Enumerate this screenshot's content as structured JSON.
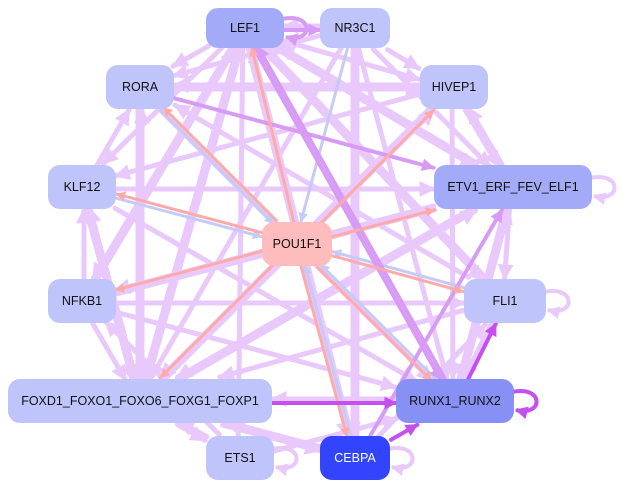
{
  "graph": {
    "type": "directed-network",
    "colors": {
      "node_default": "#bfc4fb",
      "node_medium": "#a3abf8",
      "node_dark": "#8690f5",
      "node_strong": "#3344ff",
      "node_highlight": "#ffbcbc",
      "edge_light": "#e9c8fb",
      "edge_purple": "#d89bf5",
      "edge_strong": "#c450f0",
      "edge_red": "#ffaaaa",
      "edge_blue": "#c5caf8"
    },
    "nodes": [
      {
        "id": "LEF1",
        "label": "LEF1",
        "tone": "node_medium",
        "self_loop": true
      },
      {
        "id": "NR3C1",
        "label": "NR3C1",
        "tone": "node_default",
        "self_loop": false
      },
      {
        "id": "RORA",
        "label": "RORA",
        "tone": "node_default",
        "self_loop": false
      },
      {
        "id": "HIVEP1",
        "label": "HIVEP1",
        "tone": "node_default",
        "self_loop": false
      },
      {
        "id": "KLF12",
        "label": "KLF12",
        "tone": "node_default",
        "self_loop": false
      },
      {
        "id": "ETV1",
        "label": "ETV1_ERF_FEV_ELF1",
        "tone": "node_medium",
        "self_loop": true
      },
      {
        "id": "POU1F1",
        "label": "POU1F1",
        "tone": "node_highlight",
        "self_loop": false
      },
      {
        "id": "NFKB1",
        "label": "NFKB1",
        "tone": "node_default",
        "self_loop": false
      },
      {
        "id": "FLI1",
        "label": "FLI1",
        "tone": "node_default",
        "self_loop": true
      },
      {
        "id": "FOX",
        "label": "FOXD1_FOXO1_FOXO6_FOXG1_FOXP1",
        "tone": "node_default",
        "self_loop": false
      },
      {
        "id": "RUNX",
        "label": "RUNX1_RUNX2",
        "tone": "node_dark",
        "self_loop": true
      },
      {
        "id": "ETS1",
        "label": "ETS1",
        "tone": "node_default",
        "self_loop": true
      },
      {
        "id": "CEBPA",
        "label": "CEBPA",
        "tone": "node_strong",
        "self_loop": true
      }
    ],
    "edges": [
      {
        "from": "LEF1",
        "to": "NR3C1",
        "tone": "edge_purple"
      },
      {
        "from": "NR3C1",
        "to": "LEF1",
        "tone": "edge_light"
      },
      {
        "from": "LEF1",
        "to": "RORA",
        "tone": "edge_light"
      },
      {
        "from": "LEF1",
        "to": "HIVEP1",
        "tone": "edge_light"
      },
      {
        "from": "LEF1",
        "to": "KLF12",
        "tone": "edge_light"
      },
      {
        "from": "LEF1",
        "to": "ETV1",
        "tone": "edge_light"
      },
      {
        "from": "LEF1",
        "to": "FLI1",
        "tone": "edge_light"
      },
      {
        "from": "LEF1",
        "to": "FOX",
        "tone": "edge_light"
      },
      {
        "from": "LEF1",
        "to": "RUNX",
        "tone": "edge_purple"
      },
      {
        "from": "LEF1",
        "to": "NFKB1",
        "tone": "edge_light"
      },
      {
        "from": "LEF1",
        "to": "CEBPA",
        "tone": "edge_light"
      },
      {
        "from": "LEF1",
        "to": "ETS1",
        "tone": "edge_light"
      },
      {
        "from": "NR3C1",
        "to": "HIVEP1",
        "tone": "edge_light"
      },
      {
        "from": "NR3C1",
        "to": "RORA",
        "tone": "edge_light"
      },
      {
        "from": "NR3C1",
        "to": "FOX",
        "tone": "edge_light"
      },
      {
        "from": "NR3C1",
        "to": "RUNX",
        "tone": "edge_light"
      },
      {
        "from": "NR3C1",
        "to": "CEBPA",
        "tone": "edge_light"
      },
      {
        "from": "NR3C1",
        "to": "ETV1",
        "tone": "edge_light"
      },
      {
        "from": "NR3C1",
        "to": "POU1F1",
        "tone": "edge_blue"
      },
      {
        "from": "HIVEP1",
        "to": "ETV1",
        "tone": "edge_light"
      },
      {
        "from": "ETV1",
        "to": "HIVEP1",
        "tone": "edge_light"
      },
      {
        "from": "HIVEP1",
        "to": "RORA",
        "tone": "edge_light"
      },
      {
        "from": "HIVEP1",
        "to": "FOX",
        "tone": "edge_light"
      },
      {
        "from": "HIVEP1",
        "to": "RUNX",
        "tone": "edge_light"
      },
      {
        "from": "HIVEP1",
        "to": "KLF12",
        "tone": "edge_light"
      },
      {
        "from": "RORA",
        "to": "HIVEP1",
        "tone": "edge_light"
      },
      {
        "from": "RORA",
        "to": "ETV1",
        "tone": "edge_purple"
      },
      {
        "from": "RORA",
        "to": "FOX",
        "tone": "edge_light"
      },
      {
        "from": "RORA",
        "to": "RUNX",
        "tone": "edge_light"
      },
      {
        "from": "RORA",
        "to": "POU1F1",
        "tone": "edge_blue"
      },
      {
        "from": "KLF12",
        "to": "RORA",
        "tone": "edge_light"
      },
      {
        "from": "KLF12",
        "to": "ETV1",
        "tone": "edge_light"
      },
      {
        "from": "KLF12",
        "to": "RUNX",
        "tone": "edge_light"
      },
      {
        "from": "KLF12",
        "to": "FOX",
        "tone": "edge_light"
      },
      {
        "from": "KLF12",
        "to": "POU1F1",
        "tone": "edge_blue"
      },
      {
        "from": "NFKB1",
        "to": "KLF12",
        "tone": "edge_light"
      },
      {
        "from": "NFKB1",
        "to": "LEF1",
        "tone": "edge_light"
      },
      {
        "from": "NFKB1",
        "to": "ETV1",
        "tone": "edge_light"
      },
      {
        "from": "NFKB1",
        "to": "FOX",
        "tone": "edge_light"
      },
      {
        "from": "NFKB1",
        "to": "RUNX",
        "tone": "edge_light"
      },
      {
        "from": "NFKB1",
        "to": "FLI1",
        "tone": "edge_light"
      },
      {
        "from": "FOX",
        "to": "LEF1",
        "tone": "edge_light"
      },
      {
        "from": "FOX",
        "to": "RORA",
        "tone": "edge_light"
      },
      {
        "from": "FOX",
        "to": "KLF12",
        "tone": "edge_light"
      },
      {
        "from": "FOX",
        "to": "RUNX",
        "tone": "edge_strong"
      },
      {
        "from": "RUNX",
        "to": "FOX",
        "tone": "edge_light"
      },
      {
        "from": "FOX",
        "to": "ETV1",
        "tone": "edge_light"
      },
      {
        "from": "FOX",
        "to": "ETS1",
        "tone": "edge_light"
      },
      {
        "from": "FOX",
        "to": "CEBPA",
        "tone": "edge_light"
      },
      {
        "from": "FOX",
        "to": "HIVEP1",
        "tone": "edge_light"
      },
      {
        "from": "RUNX",
        "to": "FLI1",
        "tone": "edge_strong"
      },
      {
        "from": "RUNX",
        "to": "ETV1",
        "tone": "edge_light"
      },
      {
        "from": "RUNX",
        "to": "LEF1",
        "tone": "edge_purple"
      },
      {
        "from": "RUNX",
        "to": "POU1F1",
        "tone": "edge_blue"
      },
      {
        "from": "FLI1",
        "to": "RUNX",
        "tone": "edge_light"
      },
      {
        "from": "FLI1",
        "to": "LEF1",
        "tone": "edge_light"
      },
      {
        "from": "FLI1",
        "to": "RORA",
        "tone": "edge_light"
      },
      {
        "from": "FLI1",
        "to": "FOX",
        "tone": "edge_light"
      },
      {
        "from": "FLI1",
        "to": "POU1F1",
        "tone": "edge_blue"
      },
      {
        "from": "ETV1",
        "to": "FLI1",
        "tone": "edge_light"
      },
      {
        "from": "ETV1",
        "to": "RUNX",
        "tone": "edge_light"
      },
      {
        "from": "ETV1",
        "to": "FOX",
        "tone": "edge_light"
      },
      {
        "from": "ETV1",
        "to": "LEF1",
        "tone": "edge_light"
      },
      {
        "from": "ETV1",
        "to": "NFKB1",
        "tone": "edge_light"
      },
      {
        "from": "CEBPA",
        "to": "RUNX",
        "tone": "edge_strong"
      },
      {
        "from": "CEBPA",
        "to": "ETV1",
        "tone": "edge_purple"
      },
      {
        "from": "CEBPA",
        "to": "LEF1",
        "tone": "edge_light"
      },
      {
        "from": "CEBPA",
        "to": "NR3C1",
        "tone": "edge_light"
      },
      {
        "from": "CEBPA",
        "to": "FLI1",
        "tone": "edge_light"
      },
      {
        "from": "CEBPA",
        "to": "FOX",
        "tone": "edge_light"
      },
      {
        "from": "CEBPA",
        "to": "POU1F1",
        "tone": "edge_blue"
      },
      {
        "from": "ETS1",
        "to": "FOX",
        "tone": "edge_light"
      },
      {
        "from": "ETS1",
        "to": "RUNX",
        "tone": "edge_light"
      },
      {
        "from": "ETS1",
        "to": "NFKB1",
        "tone": "edge_light"
      },
      {
        "from": "POU1F1",
        "to": "LEF1",
        "tone": "edge_red"
      },
      {
        "from": "POU1F1",
        "to": "RORA",
        "tone": "edge_red"
      },
      {
        "from": "POU1F1",
        "to": "HIVEP1",
        "tone": "edge_red"
      },
      {
        "from": "POU1F1",
        "to": "KLF12",
        "tone": "edge_red"
      },
      {
        "from": "POU1F1",
        "to": "ETV1",
        "tone": "edge_red"
      },
      {
        "from": "POU1F1",
        "to": "NFKB1",
        "tone": "edge_red"
      },
      {
        "from": "POU1F1",
        "to": "FLI1",
        "tone": "edge_red"
      },
      {
        "from": "POU1F1",
        "to": "FOX",
        "tone": "edge_red"
      },
      {
        "from": "POU1F1",
        "to": "RUNX",
        "tone": "edge_red"
      },
      {
        "from": "POU1F1",
        "to": "CEBPA",
        "tone": "edge_red"
      }
    ]
  }
}
